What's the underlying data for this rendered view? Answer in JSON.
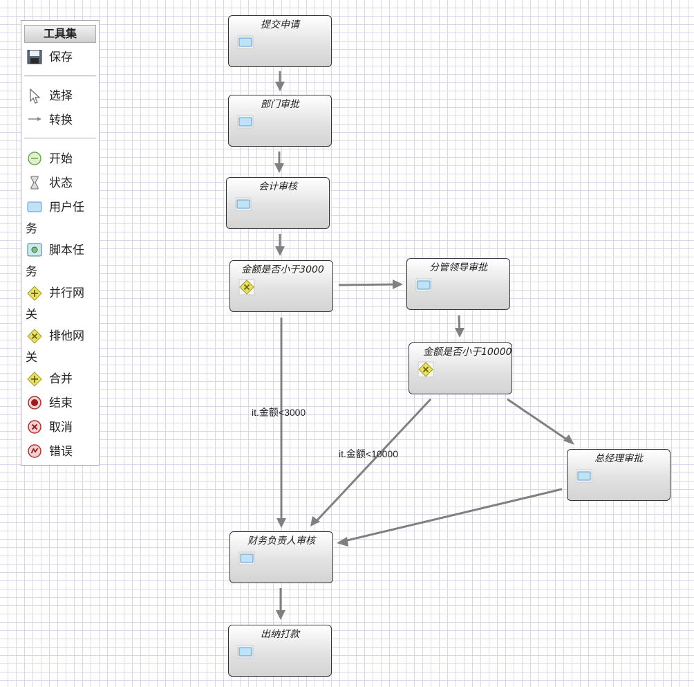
{
  "toolbox": {
    "title": "工具集",
    "save": "保存",
    "select": "选择",
    "transition": "转换",
    "start": "开始",
    "state": "状态",
    "user_task": "用户任务",
    "script_task": "脚本任务",
    "parallel_gateway": "并行网关",
    "exclusive_gateway": "排他网关",
    "join": "合并",
    "end": "结束",
    "cancel": "取消",
    "error": "错误"
  },
  "nodes": {
    "submit": "提交申请",
    "dept": "部门审批",
    "accounting": "会计审核",
    "gateway1": "金额是否小于3000",
    "division": "分管领导审批",
    "gateway2": "金额是否小于10000",
    "gm": "总经理审批",
    "finance": "财务负责人审核",
    "cashier": "出纳打款"
  },
  "edges": {
    "label1": "it.金额<3000",
    "label2": "it.金额<10000"
  },
  "colors": {
    "edge": "#808080",
    "grid": "#d6d8ef",
    "user_task_icon": "#bfe3f5",
    "gateway_icon": "#e6e06a"
  }
}
